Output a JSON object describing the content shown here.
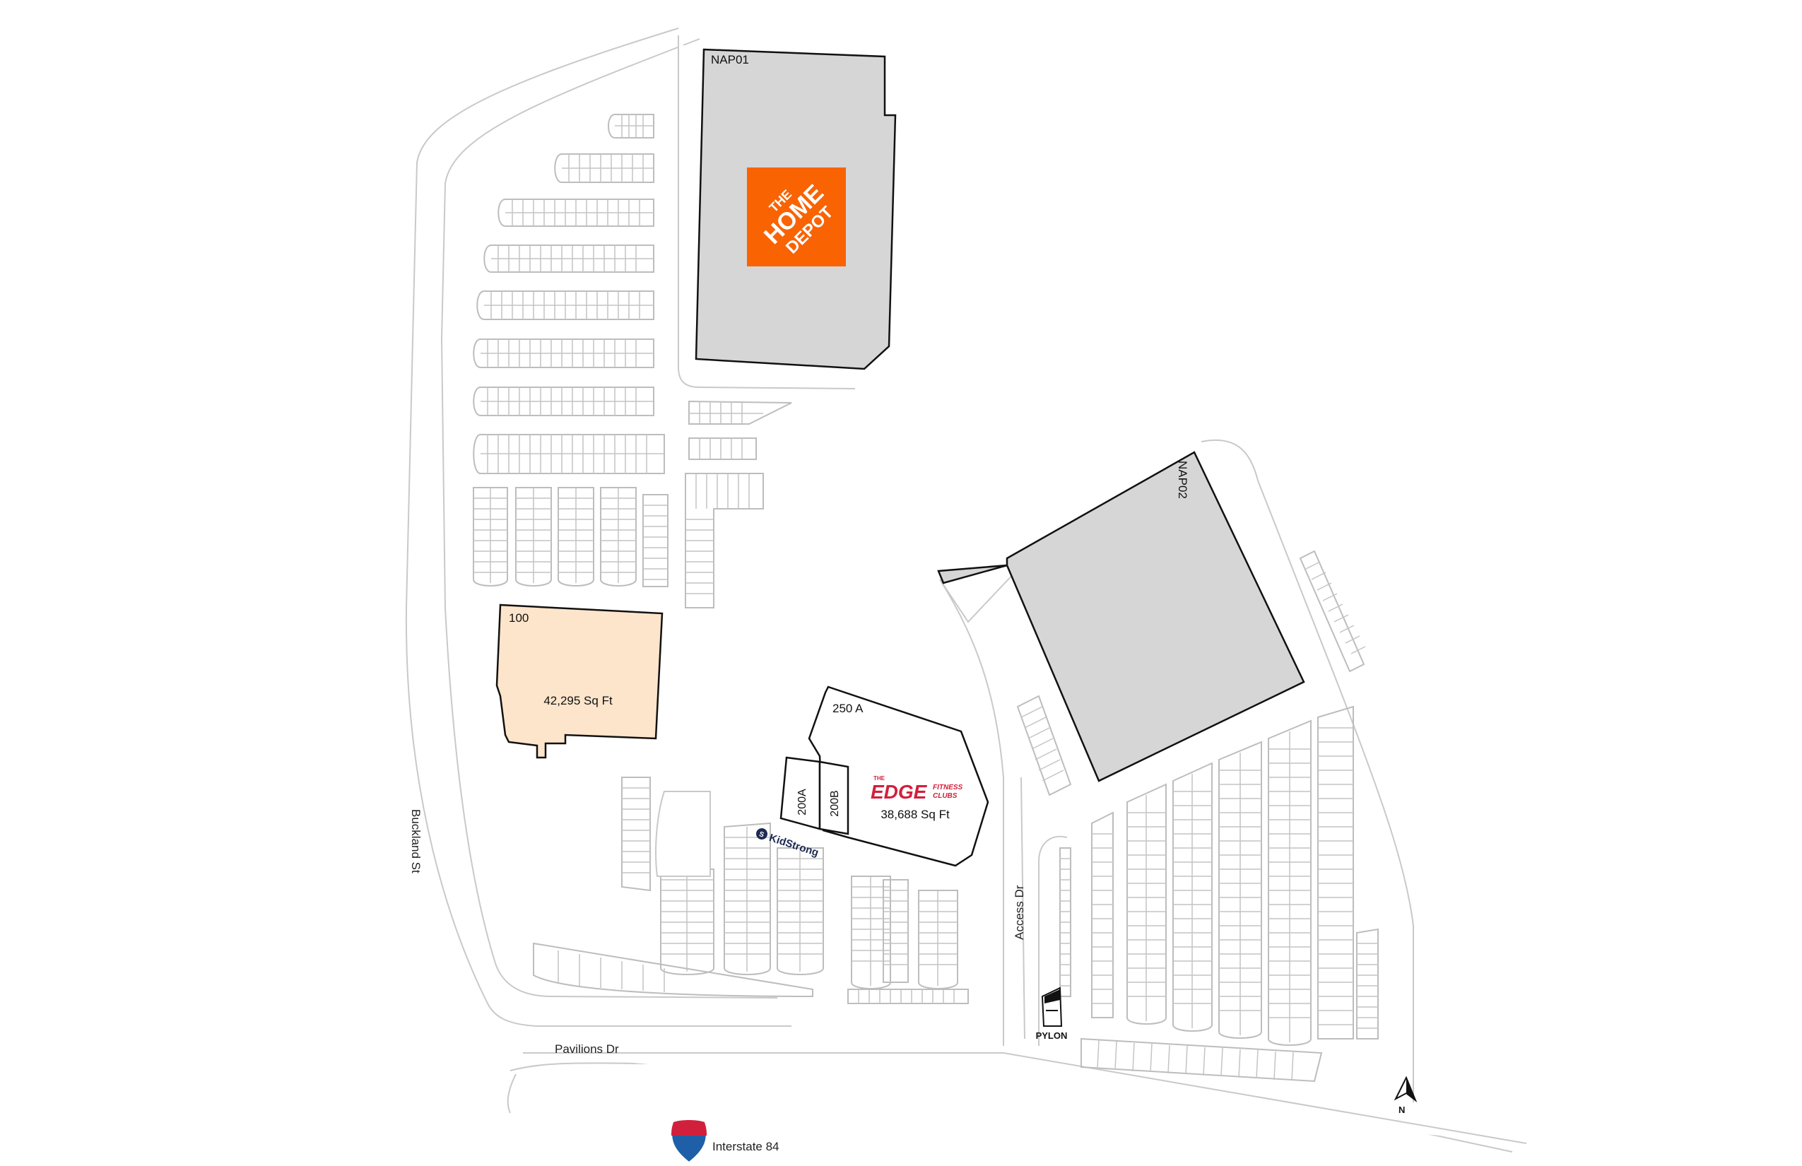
{
  "suites": {
    "nap01": {
      "id": "NAP01"
    },
    "nap02": {
      "id": "NAP02"
    },
    "s100": {
      "id": "100",
      "area": "42,295 Sq Ft",
      "status_color": "#fde5cc"
    },
    "s250a": {
      "id": "250 A",
      "area": "38,688 Sq Ft"
    },
    "s200a": {
      "id": "200A"
    },
    "s200b": {
      "id": "200B"
    }
  },
  "tenants": {
    "home_depot": {
      "logo_lines": [
        "THE",
        "HOME",
        "DEPOT"
      ],
      "color": "#f96302"
    },
    "edge": {
      "the": "THE",
      "name": "EDGE",
      "sub1": "FITNESS",
      "sub2": "CLUBS",
      "color": "#d1203c"
    },
    "kidstrong": {
      "name": "KidStrong",
      "color": "#1e2a52"
    }
  },
  "streets": {
    "buckland": "Buckland St",
    "pavilions": "Pavilions Dr",
    "access": "Access Dr",
    "interstate": "Interstate 84"
  },
  "markers": {
    "pylon": "PYLON",
    "north": "N"
  },
  "icons": {
    "home_depot": "home-depot-logo",
    "edge": "edge-fitness-logo",
    "kidstrong": "kidstrong-logo",
    "interstate": "interstate-shield-icon",
    "pylon": "pylon-sign-icon",
    "north": "north-arrow-icon"
  },
  "colors": {
    "non_anchor_pad": "#d6d6d6",
    "available": "#fde5cc",
    "interstate_blue": "#1f5fa8",
    "interstate_red": "#d1203c"
  }
}
